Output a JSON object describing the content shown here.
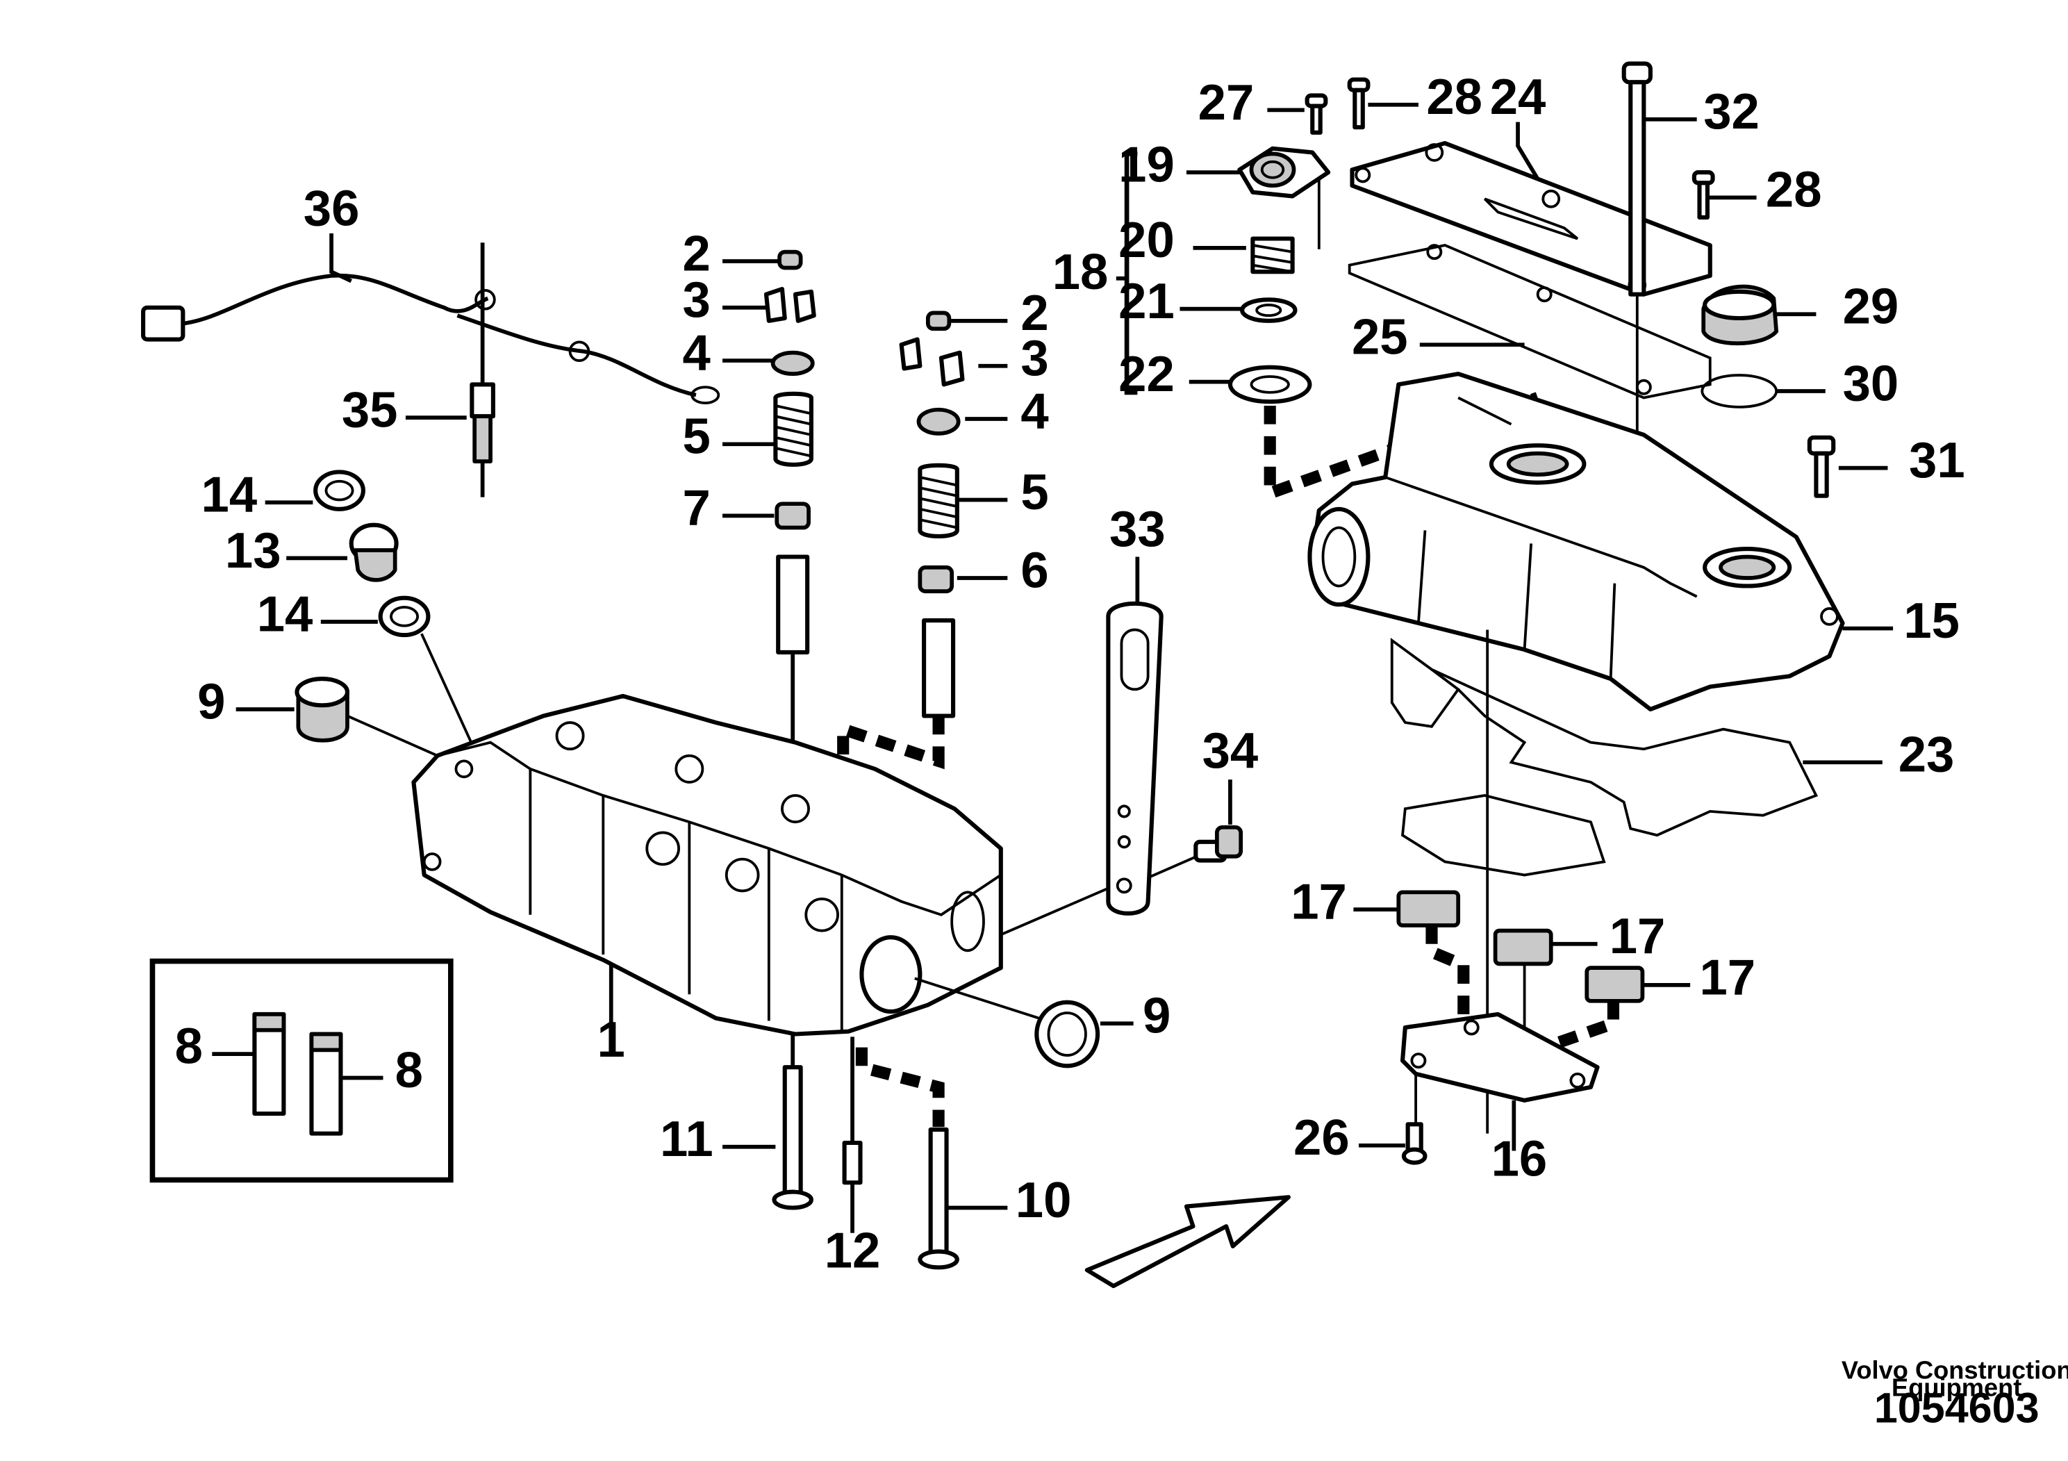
{
  "callouts": [
    {
      "id": "c36",
      "text": "36"
    },
    {
      "id": "c35",
      "text": "35"
    },
    {
      "id": "c14a",
      "text": "14"
    },
    {
      "id": "c13",
      "text": "13"
    },
    {
      "id": "c14b",
      "text": "14"
    },
    {
      "id": "c9a",
      "text": "9"
    },
    {
      "id": "c9b",
      "text": "9"
    },
    {
      "id": "c2a",
      "text": "2"
    },
    {
      "id": "c3a",
      "text": "3"
    },
    {
      "id": "c4a",
      "text": "4"
    },
    {
      "id": "c5a",
      "text": "5"
    },
    {
      "id": "c7",
      "text": "7"
    },
    {
      "id": "c2b",
      "text": "2"
    },
    {
      "id": "c3b",
      "text": "3"
    },
    {
      "id": "c4b",
      "text": "4"
    },
    {
      "id": "c5b",
      "text": "5"
    },
    {
      "id": "c6",
      "text": "6"
    },
    {
      "id": "c1",
      "text": "1"
    },
    {
      "id": "c8a",
      "text": "8"
    },
    {
      "id": "c8b",
      "text": "8"
    },
    {
      "id": "c11",
      "text": "11"
    },
    {
      "id": "c12",
      "text": "12"
    },
    {
      "id": "c10",
      "text": "10"
    },
    {
      "id": "c33",
      "text": "33"
    },
    {
      "id": "c34",
      "text": "34"
    },
    {
      "id": "c27",
      "text": "27"
    },
    {
      "id": "c28a",
      "text": "28"
    },
    {
      "id": "c24",
      "text": "24"
    },
    {
      "id": "c32",
      "text": "32"
    },
    {
      "id": "c28b",
      "text": "28"
    },
    {
      "id": "c19",
      "text": "19"
    },
    {
      "id": "c20",
      "text": "20"
    },
    {
      "id": "c18",
      "text": "18"
    },
    {
      "id": "c21",
      "text": "21"
    },
    {
      "id": "c22",
      "text": "22"
    },
    {
      "id": "c29",
      "text": "29"
    },
    {
      "id": "c25",
      "text": "25"
    },
    {
      "id": "c30",
      "text": "30"
    },
    {
      "id": "c31",
      "text": "31"
    },
    {
      "id": "c15",
      "text": "15"
    },
    {
      "id": "c23",
      "text": "23"
    },
    {
      "id": "c17a",
      "text": "17"
    },
    {
      "id": "c17b",
      "text": "17"
    },
    {
      "id": "c17c",
      "text": "17"
    },
    {
      "id": "c26",
      "text": "26"
    },
    {
      "id": "c16",
      "text": "16"
    }
  ],
  "footer": {
    "brand_line1": "Volvo Construction",
    "brand_line2": "Equipment",
    "doc_number": "1054603"
  }
}
